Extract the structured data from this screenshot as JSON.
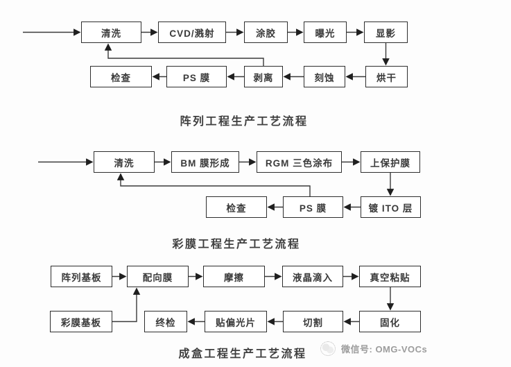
{
  "diagram": {
    "flows": [
      {
        "title": "阵列工程生产工艺流程",
        "nodes": [
          "清洗",
          "CVD/溅射",
          "涂胶",
          "曝光",
          "显影",
          "烘干",
          "刻蚀",
          "剥离",
          "PS 膜",
          "检查"
        ],
        "edges": [
          "(入口)→清洗",
          "清洗→CVD/溅射",
          "CVD/溅射→涂胶",
          "涂胶→曝光",
          "曝光→显影",
          "显影→烘干",
          "烘干→刻蚀",
          "刻蚀→剥离",
          "剥离→PS 膜",
          "PS 膜→检查",
          "剥离→清洗 (循环)"
        ]
      },
      {
        "title": "彩膜工程生产工艺流程",
        "nodes": [
          "清洗",
          "BM 膜形成",
          "RGM 三色涂布",
          "上保护膜",
          "镀 ITO 层",
          "PS 膜",
          "检查"
        ],
        "edges": [
          "(入口)→清洗",
          "清洗→BM 膜形成",
          "BM 膜形成→RGM 三色涂布",
          "RGM 三色涂布→上保护膜",
          "上保护膜→镀 ITO 层",
          "镀 ITO 层→PS 膜",
          "PS 膜→检查",
          "PS 膜→清洗 (循环)"
        ]
      },
      {
        "title": "成盒工程生产工艺流程",
        "nodes": [
          "阵列基板",
          "配向膜",
          "摩擦",
          "液晶滴入",
          "真空粘贴",
          "固化",
          "切割",
          "贴偏光片",
          "终检",
          "彩膜基板"
        ],
        "edges": [
          "阵列基板→配向膜",
          "彩膜基板→配向膜",
          "配向膜→摩擦",
          "摩擦→液晶滴入",
          "液晶滴入→真空粘贴",
          "真空粘贴→固化",
          "固化→切割",
          "切割→贴偏光片",
          "贴偏光片→终检"
        ]
      }
    ],
    "watermark": {
      "icon": "wechat-watermark-icon",
      "text": "微信号: OMG-VOCs"
    },
    "colors": {
      "background": "#fdfdfd",
      "box_fill": "#ffffff",
      "box_border": "#2d2d2d",
      "arrow": "#3a3a3a",
      "text": "#3a3a3a",
      "watermark_text": "#9c9c9c"
    }
  }
}
